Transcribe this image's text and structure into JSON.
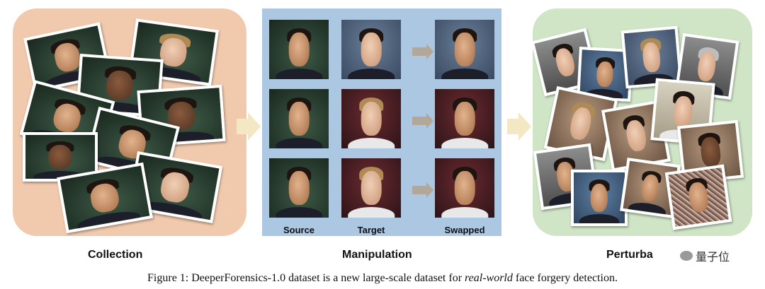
{
  "sections": {
    "collection": "Collection",
    "manipulation": "Manipulation",
    "perturbation": "Perturba"
  },
  "manipulation_columns": [
    "Source",
    "Target",
    "Swapped"
  ],
  "caption": {
    "prefix": "Figure 1: DeeperForensics-1.0 dataset is a new large-scale dataset for ",
    "emphasis": "real-world",
    "suffix": " face forgery detection."
  },
  "watermark": "量子位",
  "colors": {
    "collection_bg": "#f1c9ad",
    "manipulation_bg": "#abc7e2",
    "perturbation_bg": "#cfe5c6",
    "flow_arrow": "#f3e7c4"
  }
}
